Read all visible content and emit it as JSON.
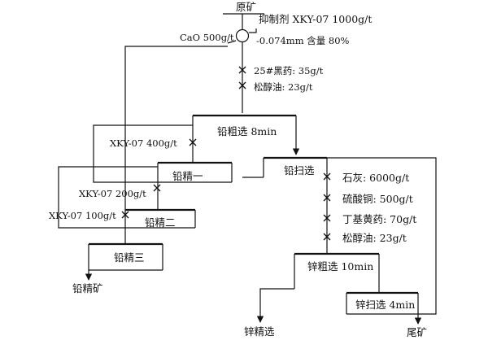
{
  "feed": {
    "ore_label": "原矿",
    "depressant_label": "抑制剂 XKY-07  1000g/t",
    "cao_label": "CaO  500g/t",
    "grind_label": "-0.074mm 含量 80%",
    "collector_label": "25#黑药: 35g/t",
    "frother_label": "松醇油: 23g/t"
  },
  "lead_circuit": {
    "rougher_label": "铅粗选  8min",
    "scavenger_label": "铅扫选",
    "cleaner1_label": "铅精一",
    "cleaner2_label": "铅精二",
    "cleaner3_label": "铅精三",
    "xky_400": "XKY-07  400g/t",
    "xky_200": "XKY-07  200g/t",
    "xky_100": "XKY-07  100g/t",
    "concentrate_label": "铅精矿"
  },
  "zinc_circuit": {
    "lime_label": "石灰: 6000g/t",
    "copper_sulfate_label": "硫酸铜: 500g/t",
    "butyl_xanthate_label": "丁基黄药: 70g/t",
    "frother_label": "松醇油: 23g/t",
    "rougher_label": "锌粗选 10min",
    "scavenger_label": "锌扫选 4min",
    "concentrate_label": "锌精选",
    "tailings_label": "尾矿"
  }
}
